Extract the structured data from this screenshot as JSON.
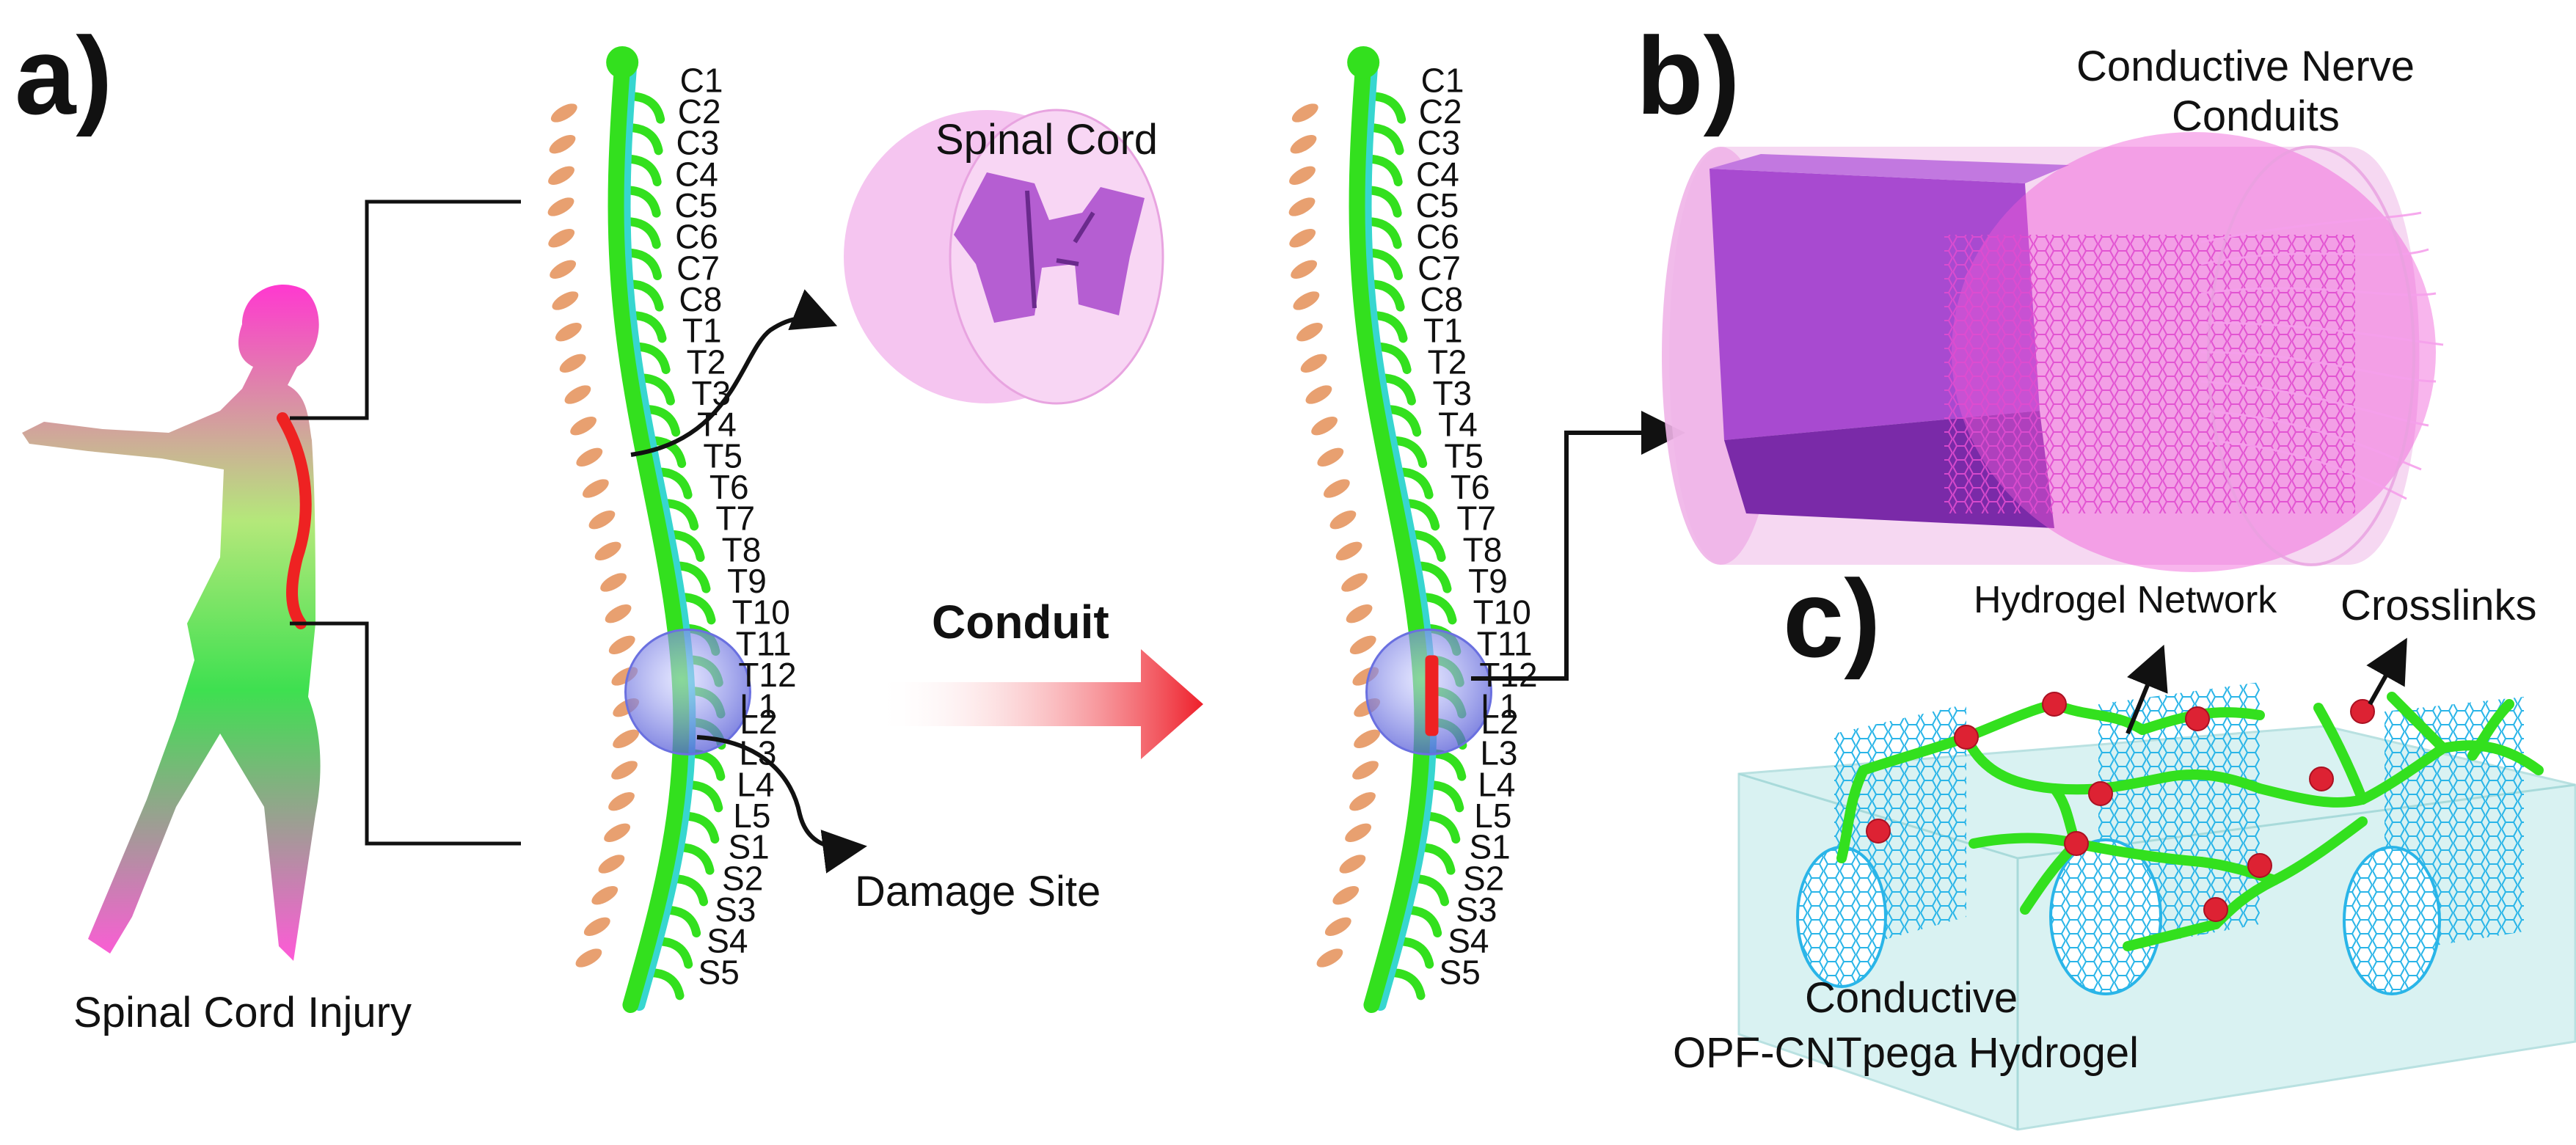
{
  "panels": {
    "a": "a)",
    "b": "b)",
    "c": "c)"
  },
  "labels": {
    "spinal_cord_injury": "Spinal Cord Injury",
    "spinal_cord": "Spinal Cord",
    "damage_site": "Damage Site",
    "conduit": "Conduit",
    "conductive_nerve_line1": "Conductive Nerve",
    "conductive_nerve_line2": "Conduits",
    "hydrogel_network": "Hydrogel Network",
    "crosslinks": "Crosslinks",
    "opf_line1": "Conductive",
    "opf_line2": "OPF-CNTpega Hydrogel"
  },
  "vertebrae": [
    "C1",
    "C2",
    "C3",
    "C4",
    "C5",
    "C6",
    "C7",
    "C8",
    "T1",
    "T2",
    "T3",
    "T4",
    "T5",
    "T6",
    "T7",
    "T8",
    "T9",
    "T10",
    "T11",
    "T12",
    "L1",
    "L2",
    "L3",
    "L4",
    "L5",
    "S1",
    "S2",
    "S3",
    "S4",
    "S5"
  ],
  "colors": {
    "spine_green": "#33e01e",
    "canal_cyan": "#37d6d0",
    "bone_tan": "#e8a070",
    "injury_red": "#ee2222",
    "body_magenta": "#ee44cc",
    "conduit_pink": "#f060e0",
    "nanotube_blue": "#2ab5e8",
    "crosslink_red": "#dd2233",
    "damage_halo": "#6a70e0"
  }
}
